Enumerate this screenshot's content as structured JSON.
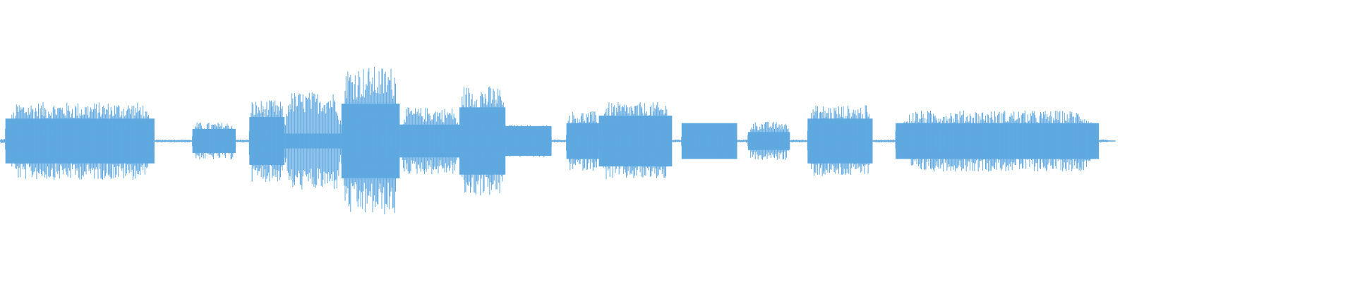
{
  "waveform": {
    "color": "#5fa8e0",
    "background": "#ffffff",
    "envelope": [
      {
        "start": 0.0,
        "end": 0.004,
        "amp": 0.03,
        "fill": 0.05
      },
      {
        "start": 0.004,
        "end": 0.114,
        "amp": 0.52,
        "fill": 0.3
      },
      {
        "start": 0.114,
        "end": 0.142,
        "amp": 0.02,
        "fill": 0.05
      },
      {
        "start": 0.142,
        "end": 0.174,
        "amp": 0.25,
        "fill": 0.16
      },
      {
        "start": 0.174,
        "end": 0.184,
        "amp": 0.02,
        "fill": 0.05
      },
      {
        "start": 0.184,
        "end": 0.21,
        "amp": 0.55,
        "fill": 0.32
      },
      {
        "start": 0.21,
        "end": 0.252,
        "amp": 0.66,
        "fill": 0.1
      },
      {
        "start": 0.252,
        "end": 0.295,
        "amp": 1.0,
        "fill": 0.5
      },
      {
        "start": 0.295,
        "end": 0.339,
        "amp": 0.45,
        "fill": 0.22
      },
      {
        "start": 0.339,
        "end": 0.373,
        "amp": 0.74,
        "fill": 0.45
      },
      {
        "start": 0.373,
        "end": 0.407,
        "amp": 0.22,
        "fill": 0.2
      },
      {
        "start": 0.407,
        "end": 0.418,
        "amp": 0.02,
        "fill": 0.05
      },
      {
        "start": 0.418,
        "end": 0.442,
        "amp": 0.4,
        "fill": 0.24
      },
      {
        "start": 0.442,
        "end": 0.496,
        "amp": 0.52,
        "fill": 0.34
      },
      {
        "start": 0.496,
        "end": 0.503,
        "amp": 0.02,
        "fill": 0.05
      },
      {
        "start": 0.503,
        "end": 0.544,
        "amp": 0.24,
        "fill": 0.24
      },
      {
        "start": 0.544,
        "end": 0.552,
        "amp": 0.02,
        "fill": 0.05
      },
      {
        "start": 0.552,
        "end": 0.583,
        "amp": 0.26,
        "fill": 0.12
      },
      {
        "start": 0.583,
        "end": 0.596,
        "amp": 0.02,
        "fill": 0.05
      },
      {
        "start": 0.596,
        "end": 0.644,
        "amp": 0.48,
        "fill": 0.3
      },
      {
        "start": 0.644,
        "end": 0.661,
        "amp": 0.02,
        "fill": 0.05
      },
      {
        "start": 0.661,
        "end": 0.811,
        "amp": 0.41,
        "fill": 0.24
      },
      {
        "start": 0.811,
        "end": 0.818,
        "amp": 0.02,
        "fill": 0.05
      }
    ]
  }
}
